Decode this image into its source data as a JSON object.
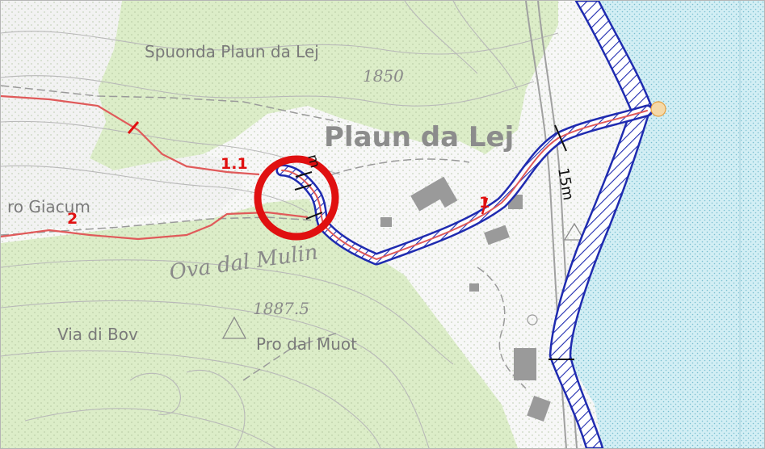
{
  "map": {
    "labels": {
      "spuonda": "Spuonda Plaun da Lej",
      "elev_1850": "1850",
      "plaun": "Plaun da Lej",
      "giacum": "ro Giacum",
      "ova": "Ova dal Mulin",
      "elev_1887": "1887.5",
      "bov": "Via di Bov",
      "muot": "Pro dal Muot"
    },
    "routes": {
      "r1": "1",
      "r11": "1.1",
      "r2": "2"
    },
    "widths": {
      "w_short": "m",
      "w_15m": "15m"
    },
    "colors": {
      "forest": "#dcedc8",
      "lake": "#d2eef4",
      "route": "#e05a5a",
      "buffer": "#1f2bb0",
      "highlight": "#e01010",
      "building": "#9a9a9a"
    }
  }
}
